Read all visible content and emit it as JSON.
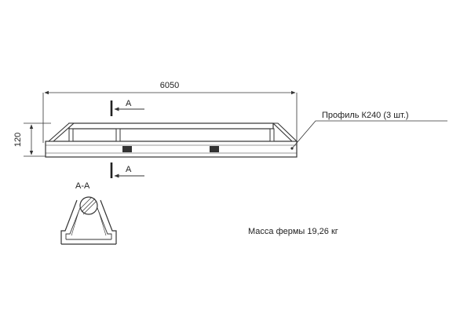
{
  "dimensions": {
    "length": "6050",
    "height": "120"
  },
  "section": {
    "marker": "A",
    "title": "А-А"
  },
  "callout": {
    "profile": "Профиль К240 (3 шт.)"
  },
  "mass": "Масса фермы 19,26 кг",
  "colors": {
    "line": "#333333",
    "background": "#ffffff"
  }
}
